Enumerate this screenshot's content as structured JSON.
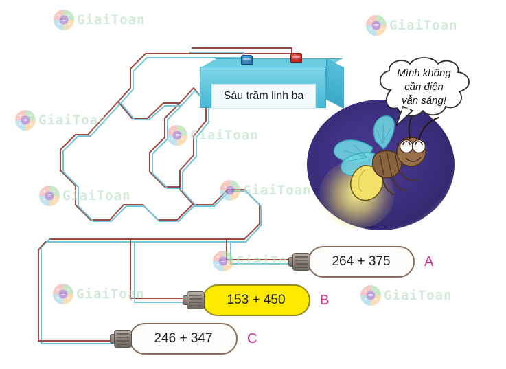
{
  "battery": {
    "label": "Sáu trăm linh ba",
    "terminal_blue": "blue-terminal",
    "terminal_red": "red-terminal",
    "box_color": "#5fc5dd"
  },
  "firefly": {
    "speech": [
      "Mình không",
      "cần điện",
      "vẫn sáng!"
    ],
    "blob_color": "#3d2f80",
    "glow_color": "#f5e96e",
    "wing_color": "#6fd3e0",
    "body_color": "#8a6240"
  },
  "bulbs": [
    {
      "letter": "A",
      "expression": "264 + 375",
      "lit": false
    },
    {
      "letter": "B",
      "expression": "153 + 450",
      "lit": true
    },
    {
      "letter": "C",
      "expression": "246 + 347",
      "lit": false
    }
  ],
  "colors": {
    "wire_red": "#a0483f",
    "wire_cyan": "#6fc5dd",
    "maze_line": "#6b5b7a",
    "letter": "#d62a8e",
    "watermark_text": "#b9dcc4"
  },
  "watermark": {
    "text": "GiaiToan",
    "symbols": [
      "+",
      "−",
      "×",
      "+"
    ],
    "center": "="
  }
}
